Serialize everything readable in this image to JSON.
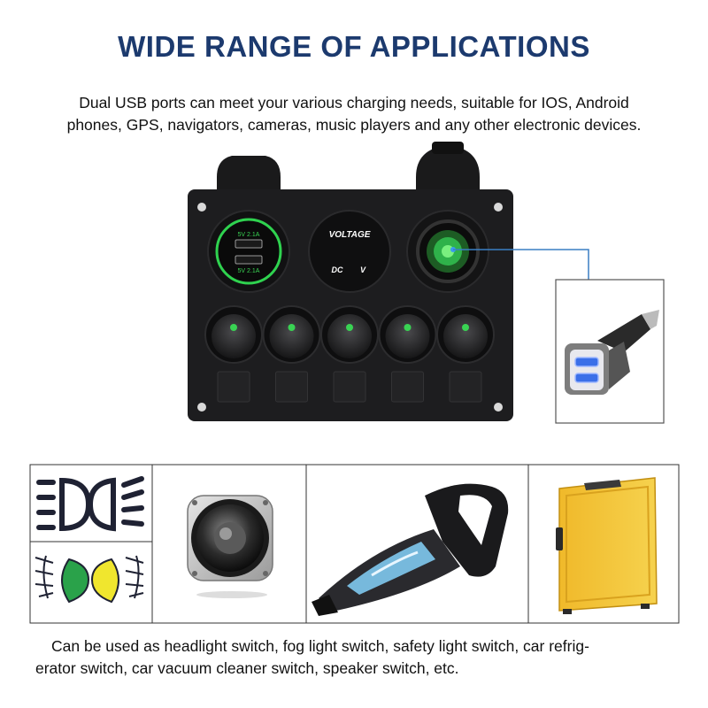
{
  "heading": "WIDE RANGE OF APPLICATIONS",
  "intro_lines": [
    "Dual USB ports can meet your various charging needs, suitable for IOS, Android",
    "phones, GPS, navigators, cameras, music players and any other electronic devices."
  ],
  "panel": {
    "usb_top_label": "5V 2.1A",
    "usb_bottom_label": "5V 2.1A",
    "voltmeter_title": "VOLTAGE",
    "voltmeter_dc": "DC",
    "voltmeter_v": "V",
    "switch_count": 5,
    "colors": {
      "panel": "#1d1d1f",
      "led_green": "#39d353",
      "socket_ring": "#2fb24a",
      "callout_line": "#3a7fc4"
    }
  },
  "applications": [
    "headlight-icon",
    "fog-light-icon",
    "speaker",
    "car-vacuum",
    "car-refrigerator"
  ],
  "outro_lines": [
    "Can be used as headlight switch, fog light switch, safety light switch, car refrig-",
    "erator switch, car vacuum cleaner switch, speaker switch, etc."
  ]
}
